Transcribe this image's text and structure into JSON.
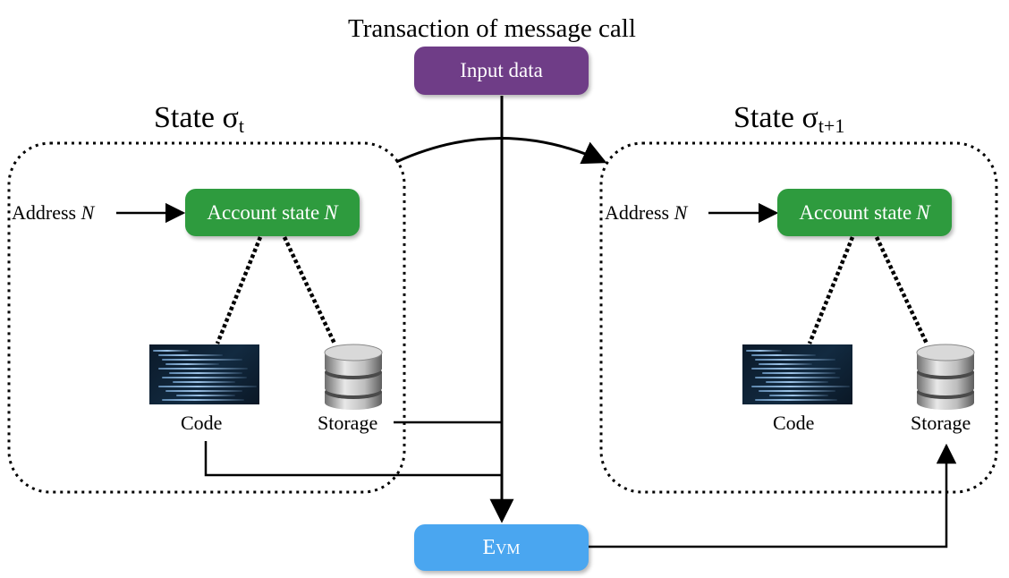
{
  "title": "Transaction of message call",
  "input_box": {
    "label": "Input data",
    "color": "#6f3d87"
  },
  "evm_box": {
    "label": "Evm",
    "color": "#4aa6f0"
  },
  "state_left": {
    "title_prefix": "State σ",
    "title_sub": "t",
    "address_label": "Address",
    "address_var": "N",
    "account_label": "Account state",
    "account_var": "N",
    "account_color": "#2e9b3e",
    "code_label": "Code",
    "code_icon": "code-screenshot-icon",
    "storage_label": "Storage",
    "storage_icon": "database-icon"
  },
  "state_right": {
    "title_prefix": "State σ",
    "title_sub": "t+1",
    "address_label": "Address",
    "address_var": "N",
    "account_label": "Account state",
    "account_var": "N",
    "account_color": "#2e9b3e",
    "code_label": "Code",
    "code_icon": "code-screenshot-icon",
    "storage_label": "Storage",
    "storage_icon": "database-icon"
  }
}
